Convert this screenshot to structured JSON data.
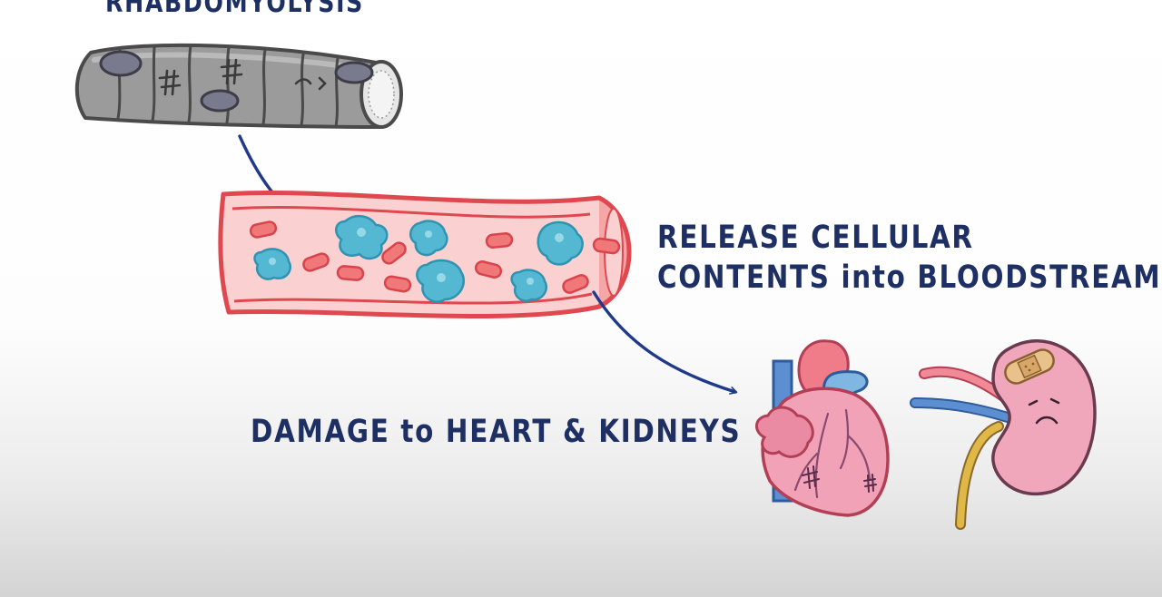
{
  "title": "RHABDOMYOLYSIS",
  "release_text": {
    "line1": "RELEASE CELLULAR",
    "line2": "CONTENTS into BLOODSTREAM"
  },
  "damage_text": "DAMAGE to HEART & KIDNEYS",
  "colors": {
    "text": "#1d2f63",
    "arrow": "#1f3a8a",
    "vessel_outline": "#e0484f",
    "vessel_fill": "#fbd0d0",
    "red_cell": "#f07878",
    "myoglobin": "#54b8d3",
    "muscle": "#9b9b9b",
    "heart": "#f2a2b7",
    "kidney": "#f0a6bb"
  },
  "icons": [
    "damaged-muscle-fiber-icon",
    "blood-vessel-icon",
    "heart-icon",
    "sad-kidney-icon",
    "bandage-icon"
  ]
}
